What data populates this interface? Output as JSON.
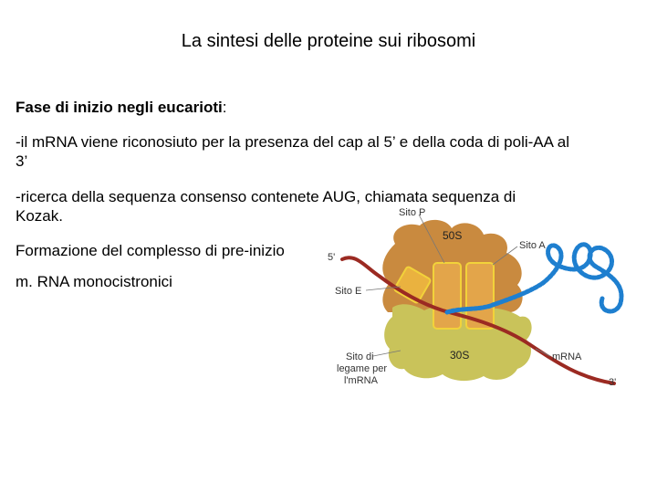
{
  "slide": {
    "title": "La sintesi delle proteine sui ribosomi",
    "heading_bold": "Fase di inizio negli eucarioti",
    "heading_colon": ":",
    "line1": "-il mRNA viene riconosiuto per la presenza del cap al 5’ e della coda di poli-AA al 3’",
    "line2": "-ricerca della sequenza consenso contenete AUG, chiamata sequenza di Kozak.",
    "line3": "Formazione del complesso di pre-inizio",
    "line4": "m. RNA monocistronici"
  },
  "figure": {
    "label_sito_p": "Sito P",
    "label_sito_a": "Sito A",
    "label_sito_e": "Sito E",
    "label_50s": "50S",
    "label_30s": "30S",
    "label_5prime": "5'",
    "label_3prime": "3'",
    "label_mrna": "mRNA",
    "label_legame_1": "Sito di",
    "label_legame_2": "legame per",
    "label_legame_3": "l'mRNA",
    "colors": {
      "large_subunit": "#c98a3f",
      "small_subunit": "#c9c35a",
      "mrna": "#9b2a22",
      "peptide": "#1e7fcf",
      "site_outline": "#f2d23a"
    }
  }
}
